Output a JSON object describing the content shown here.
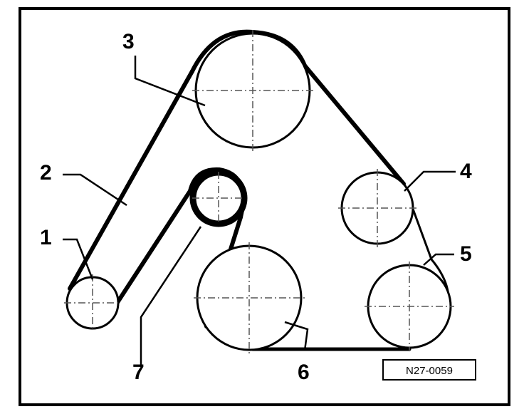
{
  "callouts": {
    "c1": "1",
    "c2": "2",
    "c3": "3",
    "c4": "4",
    "c5": "5",
    "c6": "6",
    "c7": "7"
  },
  "figure_code": "N27-0059",
  "colors": {
    "line": "#000000",
    "background": "#ffffff",
    "centerline": "#555555"
  }
}
